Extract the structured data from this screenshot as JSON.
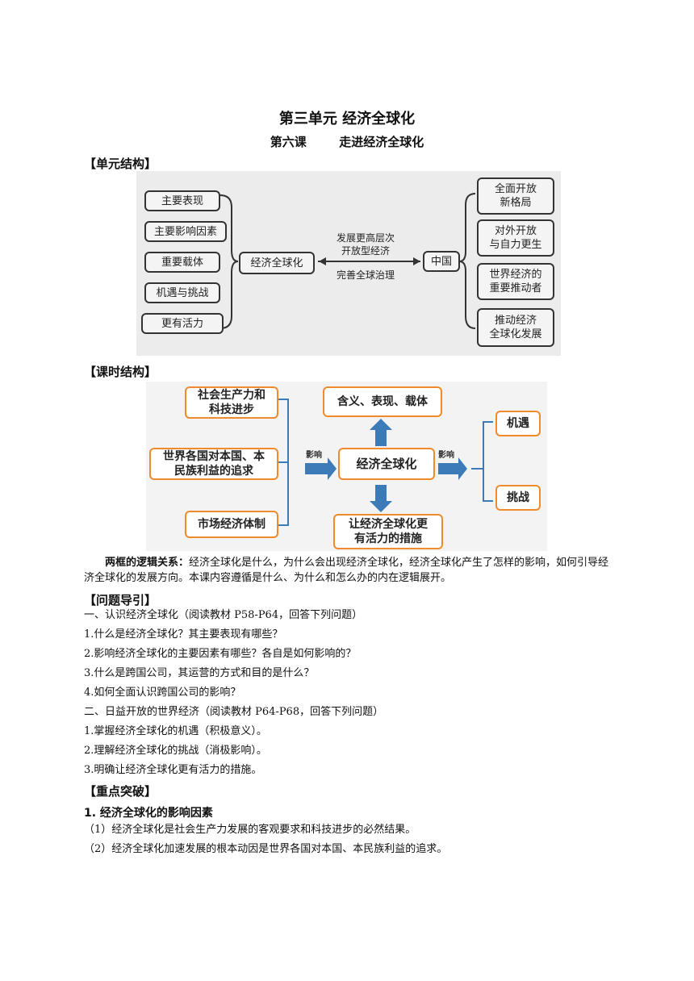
{
  "doc": {
    "title": "第三单元 经济全球化",
    "subtitle_lesson": "第六课",
    "subtitle_name": "走进经济全球化"
  },
  "sections": {
    "unit_structure": "【单元结构】",
    "lesson_structure": "【课时结构】",
    "question_guide": "【问题导引】",
    "key_points": "【重点突破】"
  },
  "diagram_unit": {
    "left_items": [
      "主要表现",
      "主要影响因素",
      "重要载体",
      "机遇与挑战",
      "更有活力"
    ],
    "center": "经济全球化",
    "arrow_top_1": "发展更高层次",
    "arrow_top_2": "开放型经济",
    "arrow_bottom": "完善全球治理",
    "china": "中国",
    "right_items": [
      [
        "全面开放",
        "新格局"
      ],
      [
        "对外开放",
        "与自力更生"
      ],
      [
        "世界经济的",
        "重要推动者"
      ],
      [
        "推动经济",
        "全球化发展"
      ]
    ]
  },
  "diagram_lesson": {
    "left_items": [
      [
        "社会生产力和",
        "科技进步"
      ],
      [
        "世界各国对本国、本",
        "民族利益的追求"
      ],
      [
        "市场经济体制"
      ]
    ],
    "influence_left": "影响",
    "center": "经济全球化",
    "top": "含义、表现、载体",
    "bottom": [
      "让经济全球化更",
      "有活力的措施"
    ],
    "influence_right": "影响",
    "right_items": [
      "机遇",
      "挑战"
    ]
  },
  "logic": {
    "label": "两框的逻辑关系：",
    "text": "经济全球化是什么，为什么会出现经济全球化，经济全球化产生了怎样的影响，如何引导经济全球化的发展方向。本课内容遵循是什么、为什么和怎么办的内在逻辑展开。"
  },
  "questions": [
    "一、认识经济全球化（阅读教材 P58-P64，回答下列问题）",
    "1.什么是经济全球化？其主要表现有哪些？",
    "2.影响经济全球化的主要因素有哪些？各自是如何影响的？",
    "3.什么是跨国公司，其运营的方式和目的是什么？",
    "4.如何全面认识跨国公司的影响？",
    "二、日益开放的世界经济（阅读教材 P64-P68，回答下列问题）",
    "1.掌握经济全球化的机遇（积极意义）。",
    "2.理解经济全球化的挑战（消极影响）。",
    "3.明确让经济全球化更有活力的措施。"
  ],
  "key": {
    "heading": "1.  经济全球化的影响因素",
    "items": [
      "（1）经济全球化是社会生产力发展的客观要求和科技进步的必然结果。",
      "（2）经济全球化加速发展的根本动因是世界各国对本国、本民族利益的追求。"
    ]
  }
}
